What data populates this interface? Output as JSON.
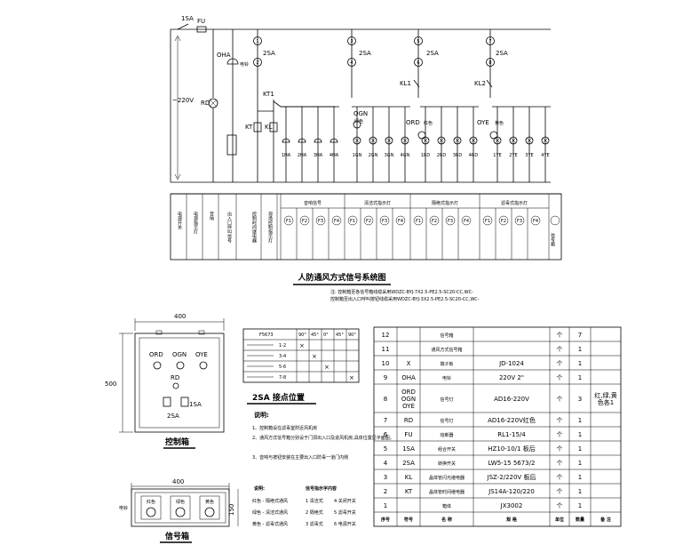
{
  "schematic": {
    "switch_main": "1SA",
    "fuse": "FU",
    "voltage": "~220V",
    "buzzer": "OHA",
    "buzzer_note": "电铃",
    "lamp_rd": "RD",
    "timer": "KT",
    "timer_contact": "KT1",
    "relay": "KL",
    "switch2": "2SA",
    "branch_nodes": [
      "1",
      "2",
      "3",
      "4",
      "5",
      "6",
      "7",
      "8"
    ],
    "relay1": "KL1",
    "relay2": "KL2",
    "ogn_label": "OGN",
    "ogn_note": "绿色",
    "ord_label": "ORD",
    "ord_note": "红色",
    "oye_label": "OYE",
    "oye_note": "黄色",
    "ha_lamps": [
      "1HA",
      "2HA",
      "3HA",
      "4HA"
    ],
    "gn_lamps": [
      "1GN",
      "2GN",
      "3GN",
      "4GN"
    ],
    "rd_lamps": [
      "1RD",
      "2RD",
      "3RD",
      "4RD"
    ],
    "ye_lamps": [
      "1YE",
      "2YE",
      "3YE",
      "4YE"
    ]
  },
  "function_strip": {
    "left_labels": [
      "电源开关",
      "电源指示灯",
      "音响",
      "出入口呼叫信号",
      "控制时间继电器",
      "现场控制指示灯"
    ],
    "group_labels": [
      "音响信号",
      "清洁式指示灯",
      "隔绝式指示灯",
      "滤毒式指示灯"
    ],
    "fn_labels": [
      "F1",
      "F2",
      "F3",
      "F4",
      "F1",
      "F2",
      "F3",
      "F4",
      "F1",
      "F2",
      "F3",
      "F4",
      "F1",
      "F2",
      "F3",
      "F4"
    ],
    "last_label": "信号箱"
  },
  "title": {
    "main": "人防通风方式信号系统图",
    "note1": "注: 控制箱至各信号箱线缆采用WDZC-BYJ-7X2.5-PE2.5-SC20-CC,WC-",
    "note2": "控制箱至出入口呼叫按钮线缆采用WDZC-BYJ-3X2.5-PE2.5-SC20-CC,WC-"
  },
  "control_box": {
    "width_dim": "400",
    "height_dim": "500",
    "lamps": [
      "ORD",
      "OGN",
      "OYE"
    ],
    "rd": "RD",
    "sa1": "1SA",
    "sa2": "2SA",
    "caption": "控制箱"
  },
  "contact_table": {
    "title": "F5673",
    "angles": [
      "90°",
      "45°",
      "0°",
      "45°",
      "90°"
    ],
    "rows": [
      {
        "terminals": "1-2",
        "marks": [
          "×",
          "",
          "",
          "",
          ""
        ]
      },
      {
        "terminals": "3-4",
        "marks": [
          "",
          "×",
          "",
          "",
          ""
        ]
      },
      {
        "terminals": "5-6",
        "marks": [
          "",
          "",
          "×",
          "",
          ""
        ]
      },
      {
        "terminals": "7-8",
        "marks": [
          "",
          "",
          "",
          "",
          "×"
        ]
      }
    ],
    "caption": "2SA 接点位置"
  },
  "notes": {
    "heading": "说明:",
    "items": [
      "1、控制箱设在滤毒室附近风机房",
      "2、通风方式信号箱分别设于门洞出入口及进风机房,具体位置见平面图。",
      "3、音响与按钮安装在主要出入口防毒一道门内侧"
    ]
  },
  "signal_box": {
    "width_dim": "400",
    "height_dim": "150",
    "lamp_labels": [
      "红色",
      "绿色",
      "黄色"
    ],
    "side_label": "电铃",
    "caption": "信号箱"
  },
  "legend": {
    "heading": "说明:",
    "lines": [
      "红色 - 隔绝式通风",
      "绿色 - 清洁式通风",
      "黄色 - 滤毒式通风"
    ],
    "heading2": "信号指示字内容",
    "items": [
      "1 清洁式",
      "2 隔绝式",
      "3 滤毒式",
      "4 关闭开关",
      "5 滤毒开关",
      "6 电源开关"
    ]
  },
  "bom": {
    "headers": [
      "序号",
      "符号",
      "名  称",
      "规  格",
      "单位",
      "数量",
      "备  注"
    ],
    "rows": [
      {
        "no": "12",
        "sym": "",
        "name": "信号箱",
        "spec": "",
        "unit": "个",
        "qty": "7",
        "note": ""
      },
      {
        "no": "11",
        "sym": "",
        "name": "通风方式信号箱",
        "spec": "",
        "unit": "个",
        "qty": "1",
        "note": ""
      },
      {
        "no": "10",
        "sym": "X",
        "name": "端子板",
        "spec": "JD-1024",
        "unit": "个",
        "qty": "1",
        "note": ""
      },
      {
        "no": "9",
        "sym": "OHA",
        "name": "电铃",
        "spec": "220V 2\"",
        "unit": "个",
        "qty": "1",
        "note": ""
      },
      {
        "no": "8",
        "sym": "ORD\nOGN\nOYE",
        "name": "信号灯",
        "spec": "AD16-220V",
        "unit": "个",
        "qty": "3",
        "note": "红,绿,黄\n色各1"
      },
      {
        "no": "7",
        "sym": "RD",
        "name": "信号灯",
        "spec": "AD16-220V红色",
        "unit": "个",
        "qty": "1",
        "note": ""
      },
      {
        "no": "6",
        "sym": "FU",
        "name": "熔断器",
        "spec": "RL1-15/4",
        "unit": "个",
        "qty": "1",
        "note": ""
      },
      {
        "no": "5",
        "sym": "1SA",
        "name": "组合开关",
        "spec": "HZ10-10/1  板后",
        "unit": "个",
        "qty": "1",
        "note": ""
      },
      {
        "no": "4",
        "sym": "2SA",
        "name": "转换开关",
        "spec": "LW5-15 5673/2",
        "unit": "个",
        "qty": "1",
        "note": ""
      },
      {
        "no": "3",
        "sym": "KL",
        "name": "晶体管闪光继电器",
        "spec": "JSZ-2/220V  板后",
        "unit": "个",
        "qty": "1",
        "note": ""
      },
      {
        "no": "2",
        "sym": "KT",
        "name": "晶体管时间继电器",
        "spec": "JS14A-120/220",
        "unit": "个",
        "qty": "1",
        "note": ""
      },
      {
        "no": "1",
        "sym": "",
        "name": "箱体",
        "spec": "JX3002",
        "unit": "个",
        "qty": "1",
        "note": ""
      }
    ]
  }
}
